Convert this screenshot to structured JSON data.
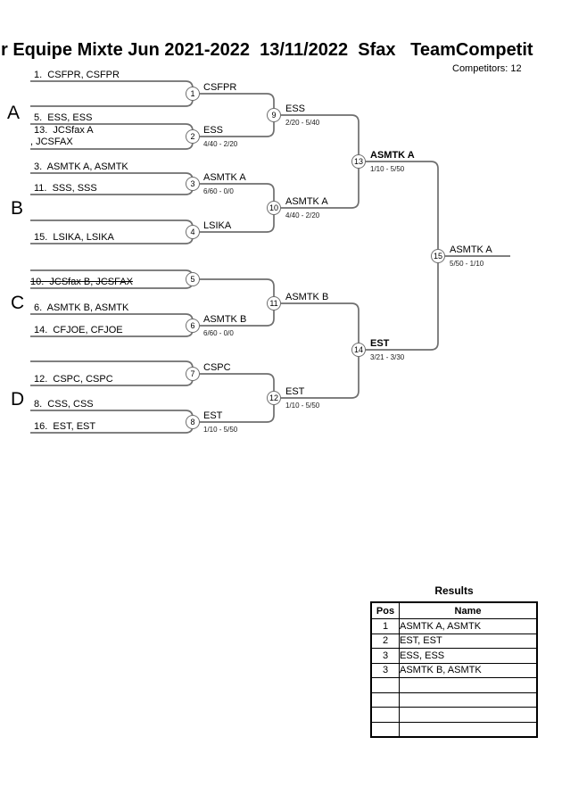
{
  "header": {
    "title": "r Equipe Mixte Jun 2021-2022  13/11/2022  Sfax   TeamCompetit",
    "competitors": "Competitors: 12"
  },
  "groups": {
    "a": "A",
    "b": "B",
    "c": "C",
    "d": "D"
  },
  "seeds": {
    "s1": "1.  CSFPR, CSFPR",
    "s5": "5.  ESS, ESS",
    "s13a": "13.  JCSfax A",
    "s13b": ", JCSFAX",
    "s3": "3.  ASMTK A, ASMTK",
    "s11": "11.  SSS, SSS",
    "s15": "15.  LSIKA, LSIKA",
    "s10": "10.  JCSfax B, JCSFAX",
    "s6": "6.  ASMTK B, ASMTK",
    "s14": "14.  CFJOE, CFJOE",
    "s12": "12.  CSPC, CSPC",
    "s8": "8.  CSS, CSS",
    "s16": "16.  EST, EST"
  },
  "matches": {
    "m1": {
      "num": "1",
      "winner": "CSFPR",
      "score": ""
    },
    "m2": {
      "num": "2",
      "winner": "ESS",
      "score": "4/40 - 2/20"
    },
    "m3": {
      "num": "3",
      "winner": "ASMTK A",
      "score": "6/60 - 0/0"
    },
    "m4": {
      "num": "4",
      "winner": "LSIKA",
      "score": ""
    },
    "m5": {
      "num": "5",
      "winner": "",
      "score": ""
    },
    "m6": {
      "num": "6",
      "winner": "ASMTK B",
      "score": "6/60 - 0/0"
    },
    "m7": {
      "num": "7",
      "winner": "CSPC",
      "score": ""
    },
    "m8": {
      "num": "8",
      "winner": "EST",
      "score": "1/10 - 5/50"
    },
    "m9": {
      "num": "9",
      "winner": "ESS",
      "score": "2/20 - 5/40"
    },
    "m10": {
      "num": "10",
      "winner": "ASMTK A",
      "score": "4/40 - 2/20"
    },
    "m11": {
      "num": "11",
      "winner": "ASMTK B",
      "score": ""
    },
    "m12": {
      "num": "12",
      "winner": "EST",
      "score": "1/10 - 5/50"
    },
    "m13": {
      "num": "13",
      "winner": "ASMTK A",
      "score": "1/10 - 5/50"
    },
    "m14": {
      "num": "14",
      "winner": "EST",
      "score": "3/21 - 3/30"
    },
    "m15": {
      "num": "15",
      "winner": "ASMTK A",
      "score": "5/50 - 1/10"
    }
  },
  "line_color": "#6e6e6e",
  "results": {
    "title": "Results",
    "col_pos": "Pos",
    "col_name": "Name",
    "rows": [
      {
        "pos": "1",
        "name": "ASMTK A, ASMTK"
      },
      {
        "pos": "2",
        "name": "EST, EST"
      },
      {
        "pos": "3",
        "name": "ESS, ESS"
      },
      {
        "pos": "3",
        "name": "ASMTK B, ASMTK"
      },
      {
        "pos": "",
        "name": ""
      },
      {
        "pos": "",
        "name": ""
      },
      {
        "pos": "",
        "name": ""
      },
      {
        "pos": "",
        "name": ""
      }
    ]
  }
}
